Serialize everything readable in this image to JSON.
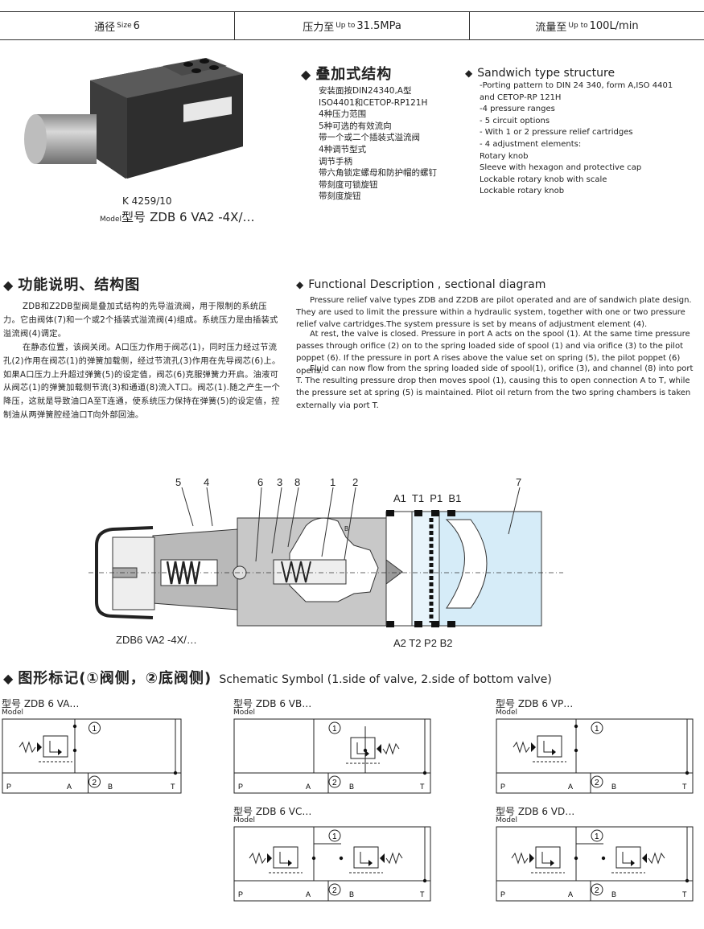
{
  "spec_bar": {
    "size_cn": "通径",
    "size_en": "Size",
    "size_val": "6",
    "pressure_cn": "压力至",
    "pressure_en": "Up to",
    "pressure_val": "31.5MPa",
    "flow_cn": "流量至",
    "flow_en": "Up to",
    "flow_val": "100L/min"
  },
  "product": {
    "catalog_no": "K 4259/10",
    "model_en": "Model",
    "model_cn": "型号",
    "model_code": "ZDB 6 VA2 -4X/…"
  },
  "structure_cn": {
    "title": "叠加式结构",
    "lines": [
      "安装面按DIN24340,A型",
      "ISO4401和CETOP-RP121H",
      "4种压力范围",
      "5种可选的有效流向",
      "带一个或二个插装式溢流阀",
      "4种调节型式",
      "调节手柄",
      "带六角锁定螺母和防护帽的螺钉",
      "带刻度可锁旋钮",
      "带刻度旋钮"
    ]
  },
  "structure_en": {
    "title": "Sandwich type structure",
    "lines": [
      "-Porting pattern to DIN 24 340, form A,ISO 4401",
      "and CETOP-RP 121H",
      "-4 pressure ranges",
      "- 5 circuit options",
      "- With 1 or 2 pressure relief cartridges",
      "- 4 adjustment elements:",
      "Rotary knob",
      "Sleeve with hexagon and protective cap",
      "Lockable rotary knob with scale",
      "Lockable rotary knob"
    ]
  },
  "function_cn": {
    "title": "功能说明、结构图",
    "p1": "ZDB和Z2DB型阀是叠加式结构的先导溢流阀，用于限制的系统压力。它由阀体(7)和一个或2个插装式溢流阀(4)组成。系统压力是由插装式溢流阀(4)调定。",
    "p2": "在静态位置，该阀关闭。A口压力作用于阀芯(1)，同时压力经过节流孔(2)作用在阀芯(1)的弹簧加载侧，经过节流孔(3)作用在先导阀芯(6)上。如果A口压力上升超过弹簧(5)的设定值，阀芯(6)克服弹簧力开启。油液可从阀芯(1)的弹簧加载侧节流(3)和通道(8)流入T口。阀芯(1).随之产生一个降压，这就是导致油口A至T连通，使系统压力保持在弹簧(5)的设定值，控制油从两弹簧腔经油口T向外部回油。"
  },
  "function_en": {
    "title": "Functional Description , sectional diagram",
    "p1": "Pressure relief valve types ZDB and Z2DB are pilot operated and are of sandwich plate design. They are used to limit the pressure within a hydraulic system, together with one or two pressure relief valve cartridges.The system pressure is set by means of adjustment element (4).",
    "p2": "At rest, the valve is closed. Pressure in port A acts on the spool (1). At the same time pressure passes through orifice (2) on to the spring loaded side of spool (1) and via orifice (3) to the pilot poppet (6). If the pressure in port A rises above the value set on spring (5), the pilot poppet (6) opens.",
    "p3": "Fluid can now flow from the spring loaded side of spool(1), orifice (3), and channel (8) into port T. The resulting pressure drop then moves spool (1), causing this to open connection A to T, while the pressure  set at spring (5) is maintained. Pilot oil return from the two spring chambers is taken externally via port T."
  },
  "diagram": {
    "labels": [
      "5",
      "4",
      "6",
      "3",
      "8",
      "1",
      "2",
      "7"
    ],
    "ports_top": "A1  T1  P1  B1",
    "ports_bottom": "A2 T2 P2 B2",
    "caption": "ZDB6 VA2 -4X/…",
    "inner_b": "B"
  },
  "schematic": {
    "title_cn": "图形标记(①阀侧，②底阀侧)",
    "title_en": "Schematic Symbol (1.side of valve, 2.side of bottom valve)",
    "model_en": "Model",
    "circle1": "1",
    "circle2": "2",
    "port_p": "P",
    "port_a": "A",
    "port_b": "B",
    "port_t": "T",
    "models": [
      "型号 ZDB 6 VA…",
      "型号 ZDB 6 VB…",
      "型号 ZDB 6 VP…",
      "型号 ZDB 6 VC…",
      "型号 ZDB 6 VD…"
    ]
  },
  "colors": {
    "valve_gray": "#b9b9b9",
    "body_blue": "#d6ecf8",
    "line": "#222222"
  }
}
